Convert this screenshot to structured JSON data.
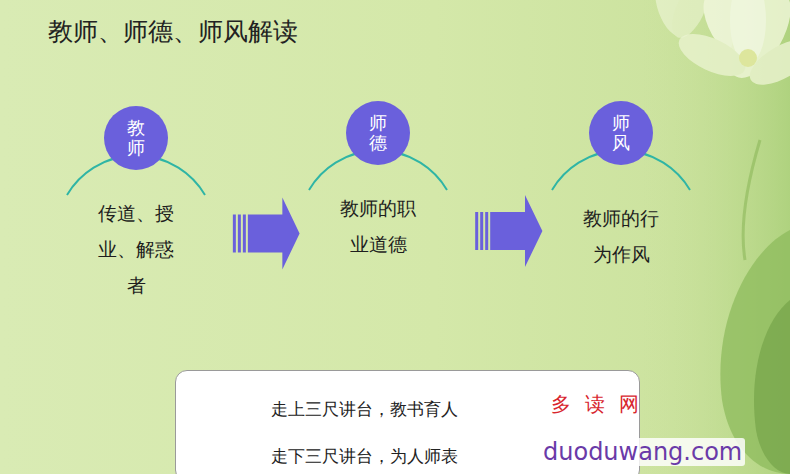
{
  "diagram": {
    "title": "教师、师德、师风解读",
    "nodes": [
      {
        "text": [
          "教师",
          "传道、授业、解惑者"
        ]
      },
      {
        "text": [
          "师德",
          "教师的职业道德"
        ]
      },
      {
        "text": [
          "师风",
          "教师的行为作风"
        ]
      },
      {
        "text": [
          "走上三尺讲台，教书育人",
          "走下三尺讲台，为人师表"
        ]
      }
    ],
    "edges": [
      {
        "from": 0,
        "to": 1,
        "arrow": "to"
      },
      {
        "from": 1,
        "to": 2,
        "arrow": "to"
      }
    ],
    "labels": [
      "多读网",
      "duoduwang.com"
    ]
  }
}
